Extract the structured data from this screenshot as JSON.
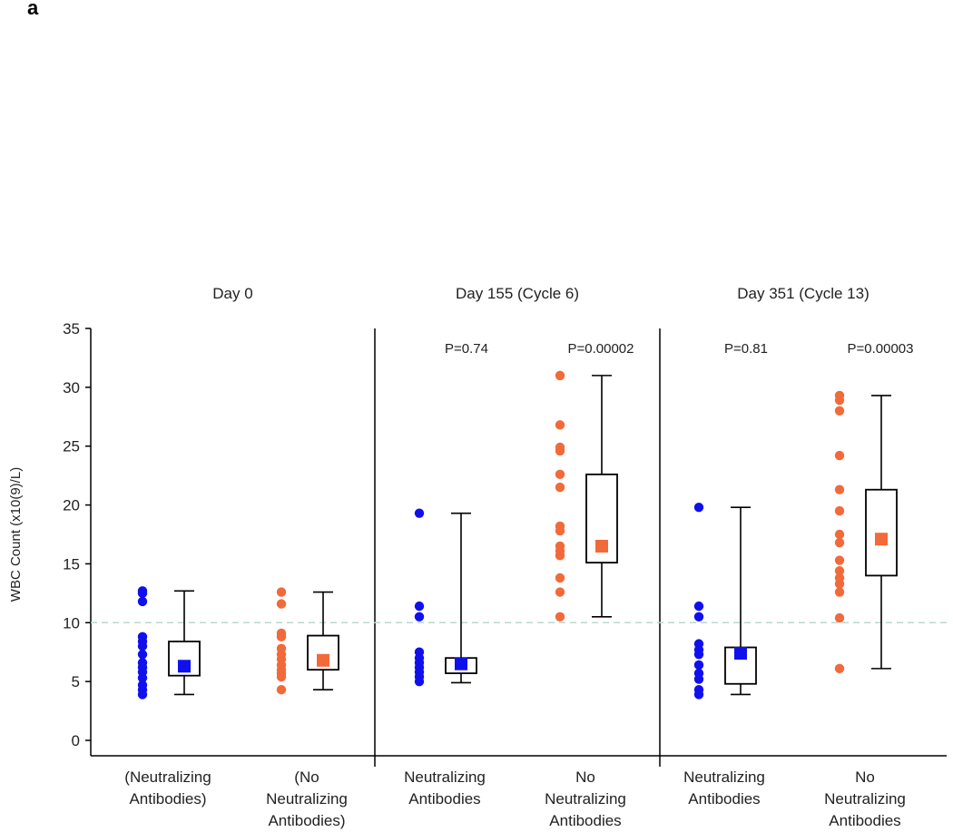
{
  "panel_label": "a",
  "chart_data": {
    "type": "box-strip",
    "ylabel": "WBC Count (x10(9)/L)",
    "ylim": [
      0,
      35
    ],
    "yticks": [
      0,
      5,
      10,
      15,
      20,
      25,
      30,
      35
    ],
    "reference_line": 10,
    "colors": {
      "neutralizing": "#1010ee",
      "no_neutralizing": "#f26a3a",
      "reference": "#b8d8d0"
    },
    "panels": [
      {
        "title": "Day 0",
        "groups": [
          {
            "label_lines": [
              "(Neutralizing",
              "Antibodies)"
            ],
            "series": "neutralizing",
            "pvalue": "",
            "points": [
              12.7,
              12.5,
              11.8,
              8.8,
              8.4,
              8.0,
              7.3,
              6.6,
              6.2,
              5.8,
              5.3,
              4.7,
              4.3,
              3.9
            ],
            "mean": 6.3,
            "box": {
              "min": 3.9,
              "q1": 5.5,
              "q3": 8.4,
              "max": 12.7
            }
          },
          {
            "label_lines": [
              "(No",
              "Neutralizing",
              "Antibodies)"
            ],
            "series": "no_neutralizing",
            "pvalue": "",
            "points": [
              12.6,
              11.6,
              9.1,
              8.8,
              7.8,
              7.3,
              6.9,
              6.4,
              6.0,
              5.7,
              5.4,
              4.3
            ],
            "mean": 6.8,
            "box": {
              "min": 4.3,
              "q1": 6.0,
              "q3": 8.9,
              "max": 12.6
            }
          }
        ]
      },
      {
        "title": "Day 155 (Cycle 6)",
        "groups": [
          {
            "label_lines": [
              "Neutralizing",
              "Antibodies"
            ],
            "series": "neutralizing",
            "pvalue": "P=0.74",
            "points": [
              19.3,
              11.4,
              10.5,
              7.5,
              7.0,
              6.6,
              6.2,
              5.8,
              5.4,
              5.0
            ],
            "mean": 6.5,
            "box": {
              "min": 4.9,
              "q1": 5.7,
              "q3": 7.0,
              "max": 19.3
            }
          },
          {
            "label_lines": [
              "No",
              "Neutralizing",
              "Antibodies"
            ],
            "series": "no_neutralizing",
            "pvalue": "P=0.00002",
            "points": [
              31.0,
              26.8,
              24.9,
              24.6,
              22.6,
              21.5,
              18.2,
              17.8,
              16.5,
              16.1,
              15.7,
              13.8,
              12.6,
              10.5
            ],
            "mean": 16.5,
            "box": {
              "min": 10.5,
              "q1": 15.1,
              "q3": 22.6,
              "max": 31.0
            }
          }
        ]
      },
      {
        "title": "Day 351 (Cycle 13)",
        "groups": [
          {
            "label_lines": [
              "Neutralizing",
              "Antibodies"
            ],
            "series": "neutralizing",
            "pvalue": "P=0.81",
            "points": [
              19.8,
              11.4,
              10.5,
              8.2,
              7.7,
              7.3,
              6.4,
              5.7,
              5.2,
              4.3,
              3.9
            ],
            "mean": 7.4,
            "box": {
              "min": 3.9,
              "q1": 4.8,
              "q3": 7.9,
              "max": 19.8
            }
          },
          {
            "label_lines": [
              "No",
              "Neutralizing",
              "Antibodies"
            ],
            "series": "no_neutralizing",
            "pvalue": "P=0.00003",
            "points": [
              29.3,
              28.9,
              28.0,
              24.2,
              21.3,
              19.5,
              17.5,
              16.8,
              15.3,
              14.4,
              13.8,
              13.3,
              12.6,
              10.4,
              6.1
            ],
            "mean": 17.1,
            "box": {
              "min": 6.1,
              "q1": 14.0,
              "q3": 21.3,
              "max": 29.3
            }
          }
        ]
      }
    ]
  }
}
